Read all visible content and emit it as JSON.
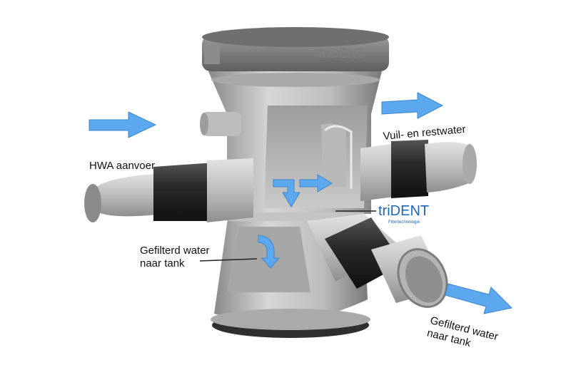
{
  "labels": {
    "inlet": "HWA aanvoer",
    "overflow": "Vuil- en restwater",
    "filtered_inner_line1": "Gefilterd water",
    "filtered_inner_line2": "naar tank",
    "filtered_outer_line1": "Gefilterd water",
    "filtered_outer_line2": "naar tank"
  },
  "brand": {
    "lid_text": "triDENT",
    "logo_text": "triDENT",
    "logo_subtitle": "Filtertechnologie"
  },
  "colors": {
    "arrow_fill": "#5ba8ee",
    "arrow_stroke": "#3d86cc",
    "body_light": "#d2d2d2",
    "body_dark": "#7d7d7d",
    "rubber": "#2a2a2a",
    "pipe": "#b9b9b9",
    "logo": "#1f67b8"
  }
}
